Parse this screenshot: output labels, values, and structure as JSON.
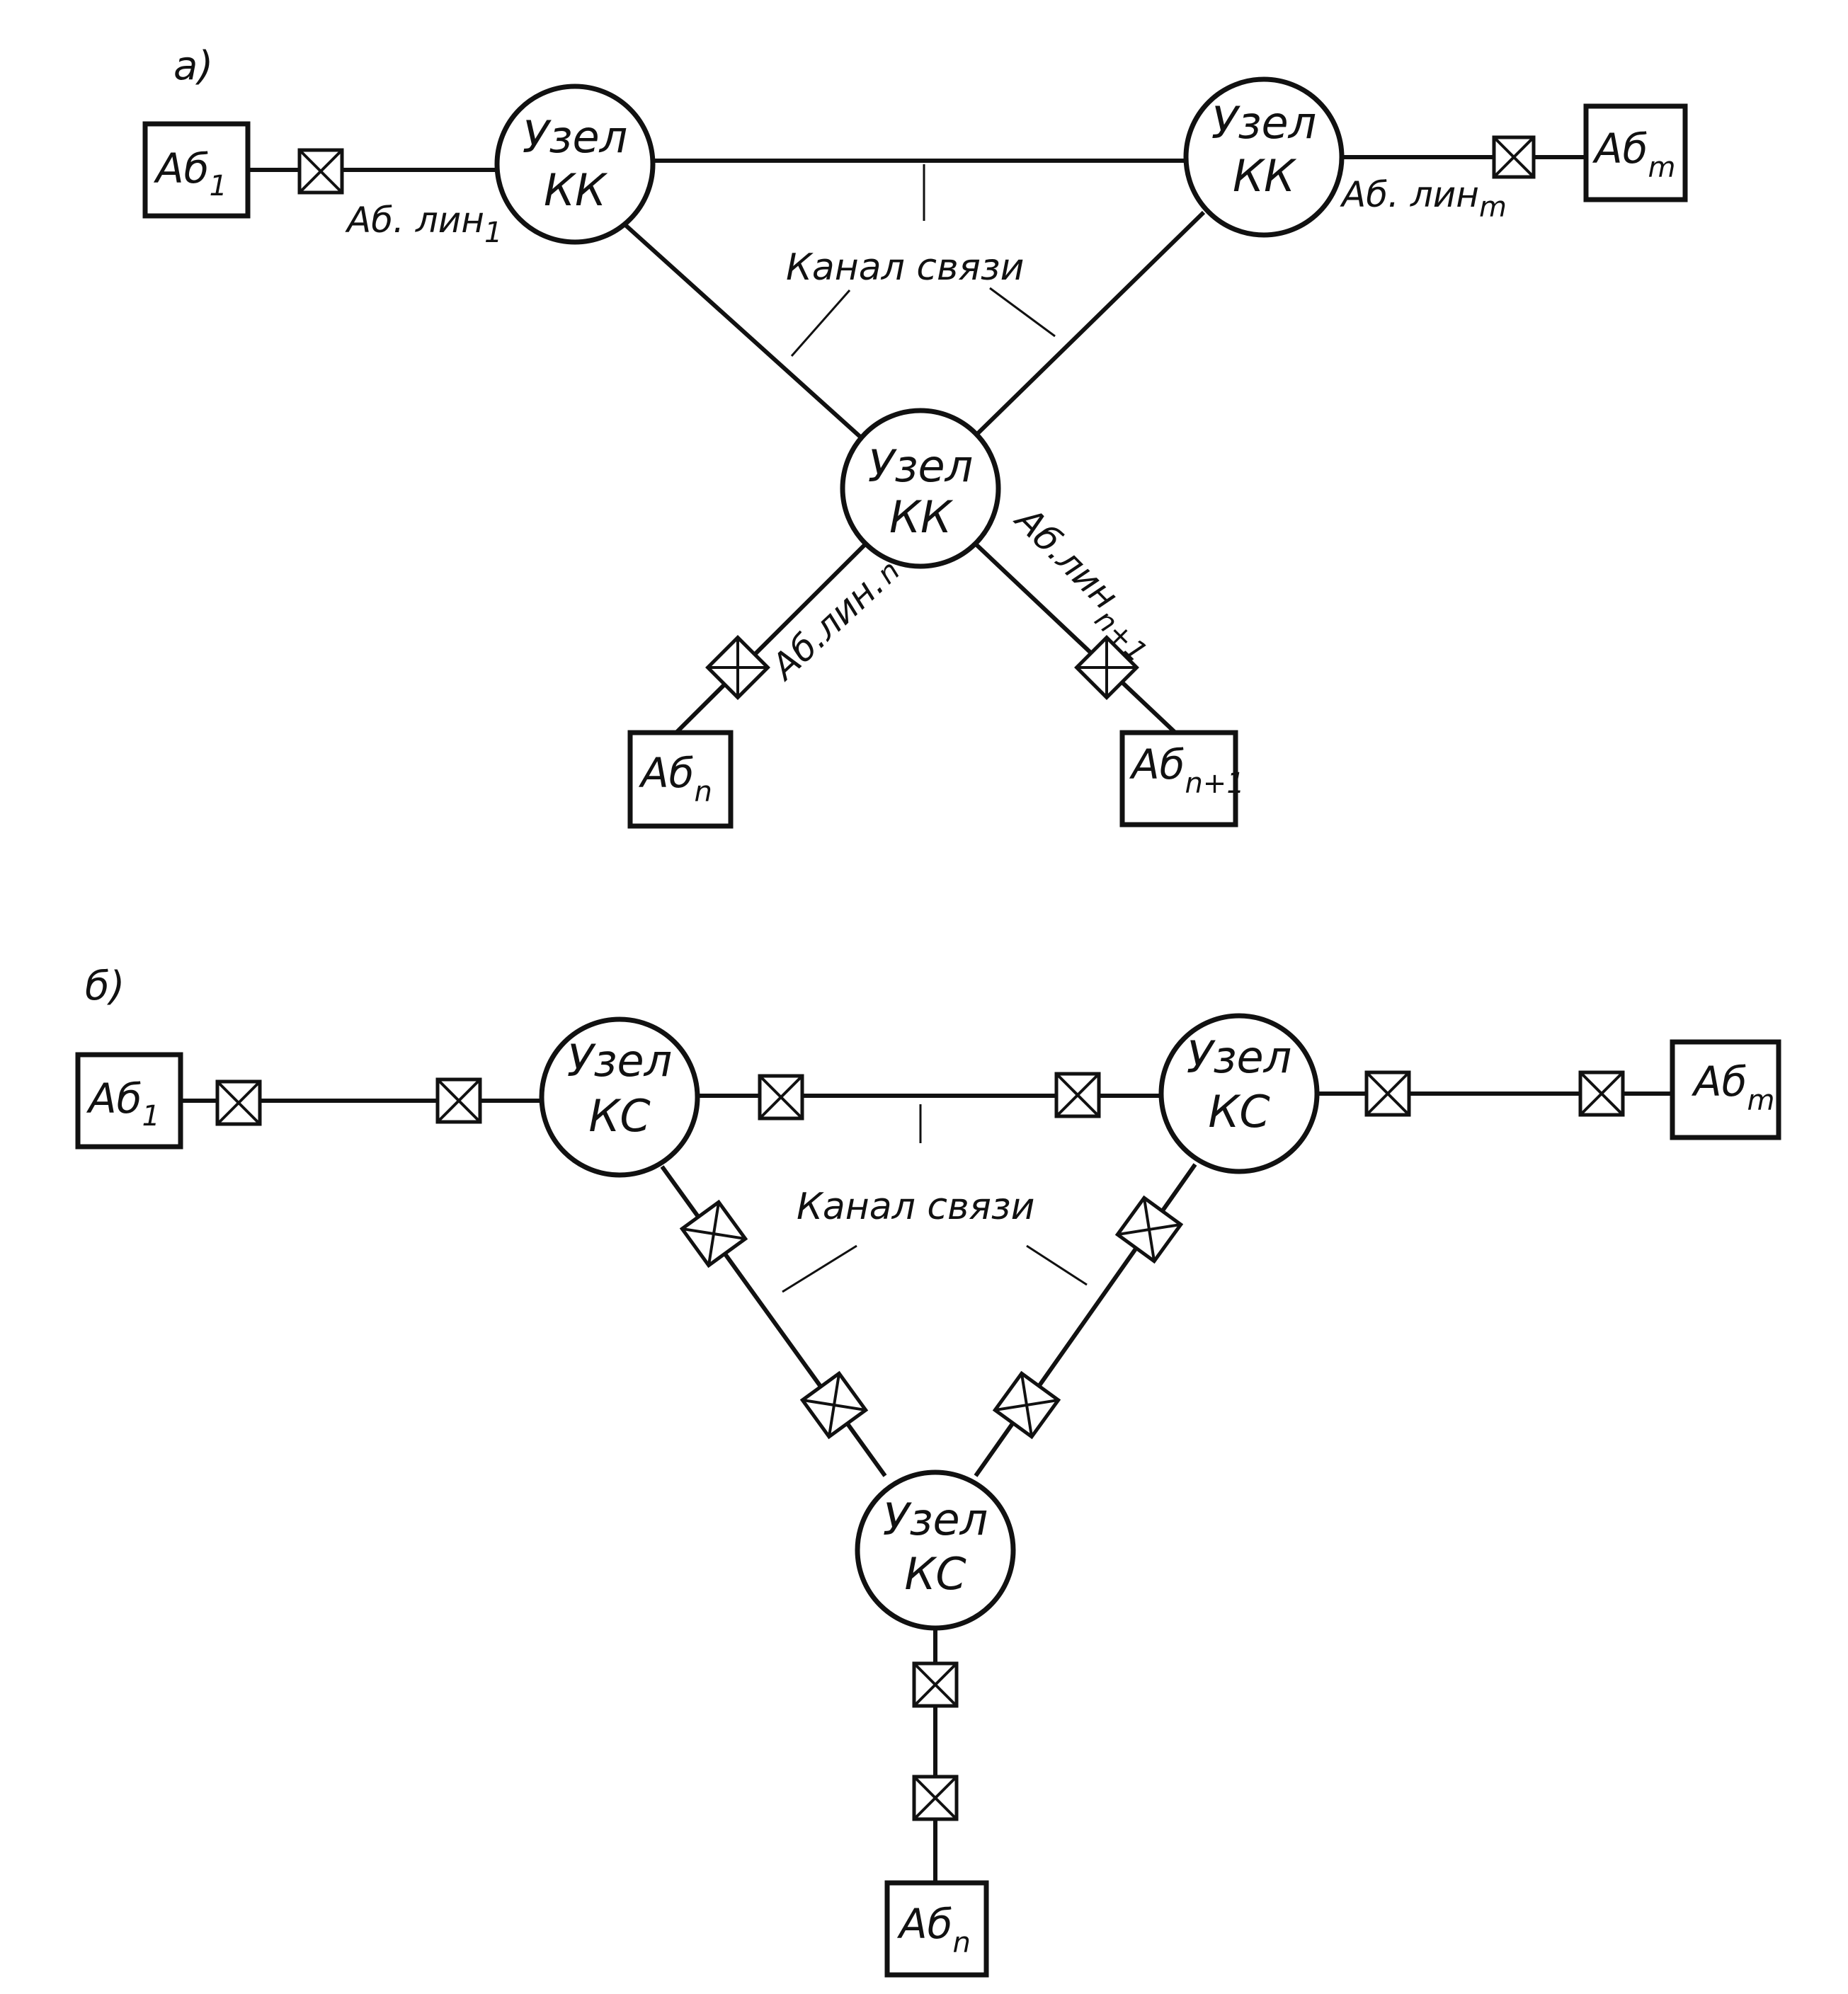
{
  "part_a": {
    "label": "а)",
    "nodes": {
      "line1": "Узел",
      "line2": "КК"
    },
    "channel_label": "Канал связи",
    "boxes": [
      {
        "main": "Аб",
        "sub": "1"
      },
      {
        "main": "Аб",
        "sub": "m"
      },
      {
        "main": "Аб",
        "sub": "n"
      },
      {
        "main": "Аб",
        "sub": "n+1"
      }
    ],
    "lines": [
      {
        "main": "Аб. лин",
        "sub": "1"
      },
      {
        "main": "Аб. лин",
        "sub": "m"
      },
      {
        "main": "Аб.лин.",
        "sub": "n"
      },
      {
        "main": "Аб.лин",
        "sub": "n+1"
      }
    ]
  },
  "part_b": {
    "label": "б)",
    "nodes": {
      "line1": "Узел",
      "line2": "КС"
    },
    "channel_label": "Канал связи",
    "boxes": [
      {
        "main": "Аб",
        "sub": "1"
      },
      {
        "main": "Аб",
        "sub": "m"
      },
      {
        "main": "Аб",
        "sub": "n"
      }
    ]
  }
}
